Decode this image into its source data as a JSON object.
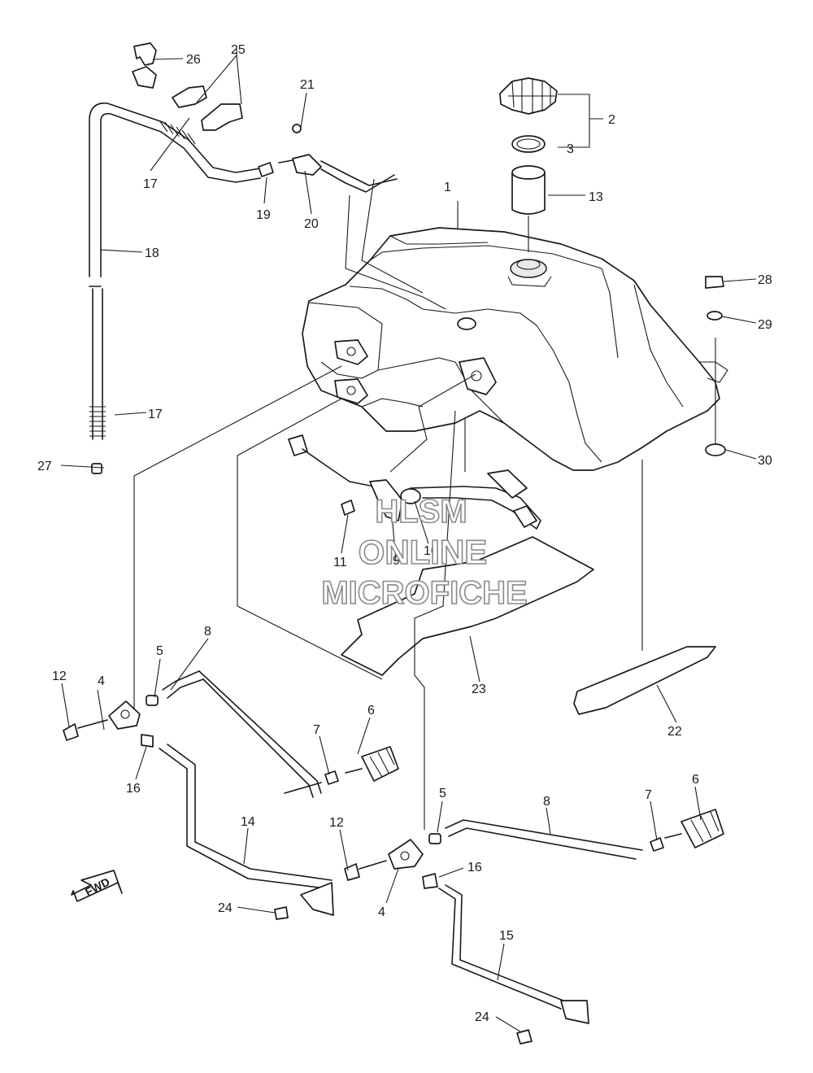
{
  "diagram": {
    "callouts": {
      "c1": "1",
      "c2": "2",
      "c3": "3",
      "c4a": "4",
      "c4b": "4",
      "c5a": "5",
      "c5b": "5",
      "c6a": "6",
      "c6b": "6",
      "c7a": "7",
      "c7b": "7",
      "c8a": "8",
      "c8b": "8",
      "c9": "9",
      "c10": "10",
      "c11": "11",
      "c12a": "12",
      "c12b": "12",
      "c13": "13",
      "c14": "14",
      "c15": "15",
      "c16a": "16",
      "c16b": "16",
      "c17a": "17",
      "c17b": "17",
      "c18": "18",
      "c19": "19",
      "c20": "20",
      "c21": "21",
      "c22": "22",
      "c23": "23",
      "c24a": "24",
      "c24b": "24",
      "c25": "25",
      "c26": "26",
      "c27": "27",
      "c28": "28",
      "c29": "29",
      "c30": "30"
    },
    "watermark": {
      "line1": "HLSM",
      "line2": "ONLINE",
      "line3": "MICROFICHE"
    },
    "direction_arrow": "FWD"
  }
}
